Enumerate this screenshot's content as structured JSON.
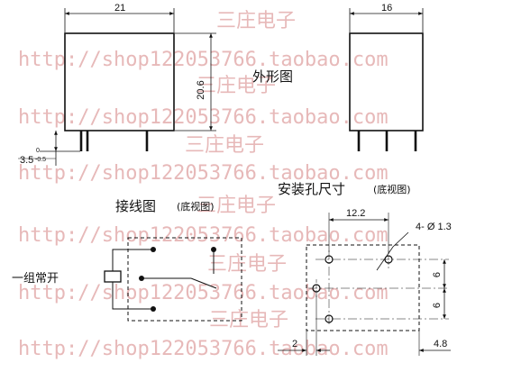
{
  "watermark": {
    "url_text": "http://shop122053766.taobao.com",
    "shop_name": "三庄电子",
    "color": "#e7b9b9"
  },
  "outline": {
    "title": "外形图",
    "width_label": "21",
    "height_label": "20.6",
    "pin_label": "3.5",
    "pin_tol_upper": "0",
    "pin_tol_lower": "-0.5",
    "side_width_label": "16"
  },
  "wiring": {
    "title": "接线图",
    "subtitle": "(底视图)",
    "contact_form": "一组常开"
  },
  "holes": {
    "title": "安装孔尺寸",
    "subtitle": "(底视图)",
    "spacing_label": "12.2",
    "hole_label": "4- Ø 1.3",
    "pitch_upper": "6",
    "pitch_lower": "6",
    "offset_left": "2",
    "offset_right": "4.8"
  }
}
